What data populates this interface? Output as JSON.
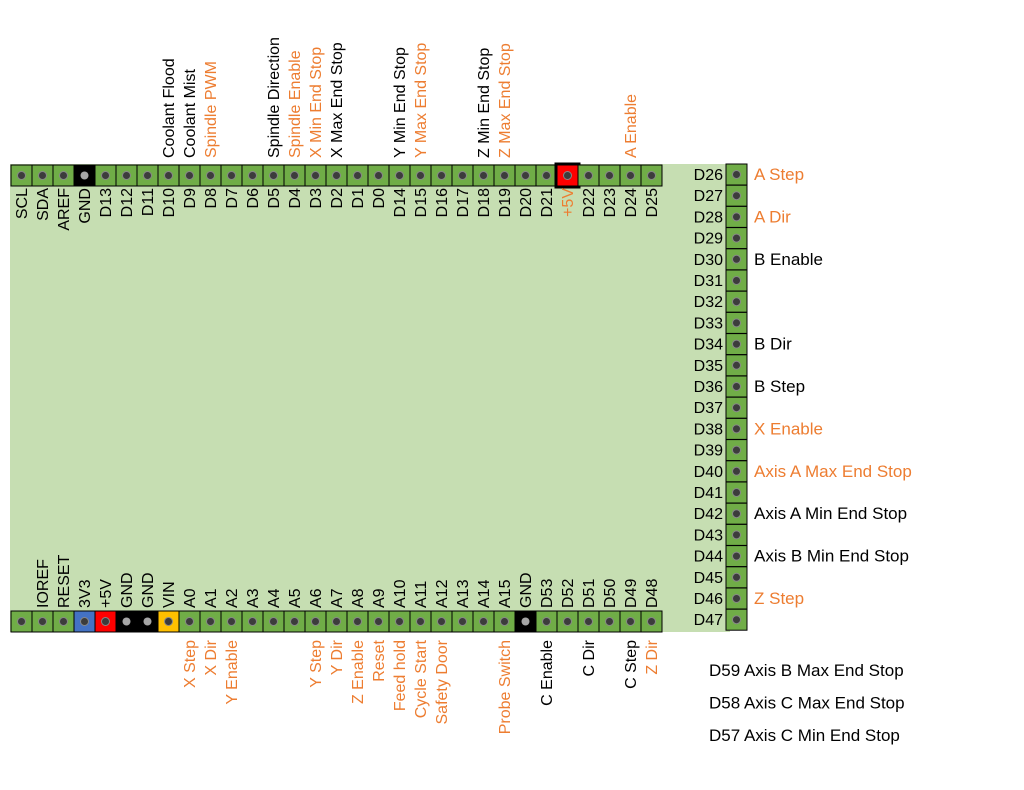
{
  "colors": {
    "board": "#c6deb2",
    "pin_green": "#70ad47",
    "pin_black": "#000000",
    "pin_red": "#ff0000",
    "pin_blue": "#4472c4",
    "pin_yellow": "#ffc000",
    "dot_dark": "#3c3c3c",
    "dot_light": "#a6a6a6",
    "text_black": "#000000",
    "text_orange": "#ed7d31"
  },
  "top_header": {
    "pins": [
      {
        "label": "SCL",
        "color": "green",
        "func": [],
        "hl": false
      },
      {
        "label": "SDA",
        "color": "green",
        "func": [],
        "hl": false
      },
      {
        "label": "AREF",
        "color": "green",
        "func": [],
        "hl": false
      },
      {
        "label": "GND",
        "color": "black",
        "func": [],
        "hl": false
      },
      {
        "label": "D13",
        "color": "green",
        "func": [],
        "hl": false
      },
      {
        "label": "D12",
        "color": "green",
        "func": [],
        "hl": false
      },
      {
        "label": "D11",
        "color": "green",
        "func": [],
        "hl": false
      },
      {
        "label": "D10",
        "color": "green",
        "func": [
          {
            "text": "Coolant Flood",
            "style": "black"
          }
        ],
        "hl": false
      },
      {
        "label": "D9",
        "color": "green",
        "func": [
          {
            "text": "Coolant Mist",
            "style": "black"
          }
        ],
        "hl": false
      },
      {
        "label": "D8",
        "color": "green",
        "func": [
          {
            "text": "Spindle PWM",
            "style": "orange"
          }
        ],
        "hl": false
      },
      {
        "label": "D7",
        "color": "green",
        "func": [],
        "hl": false
      },
      {
        "label": "D6",
        "color": "green",
        "func": [],
        "hl": false
      },
      {
        "label": "D5",
        "color": "green",
        "func": [
          {
            "text": "Spindle Direction",
            "style": "black"
          }
        ],
        "hl": false
      },
      {
        "label": "D4",
        "color": "green",
        "func": [
          {
            "text": "Spindle Enable",
            "style": "orange"
          }
        ],
        "hl": false
      },
      {
        "label": "D3",
        "color": "green",
        "func": [
          {
            "text": "X Min End Stop",
            "style": "orange"
          }
        ],
        "hl": false
      },
      {
        "label": "D2",
        "color": "green",
        "func": [
          {
            "text": "X Max End Stop",
            "style": "black"
          }
        ],
        "hl": false
      },
      {
        "label": "D1",
        "color": "green",
        "func": [],
        "hl": false
      },
      {
        "label": "D0",
        "color": "green",
        "func": [],
        "hl": false
      },
      {
        "label": "D14",
        "color": "green",
        "func": [
          {
            "text": "Y Min End Stop",
            "style": "black"
          }
        ],
        "hl": false
      },
      {
        "label": "D15",
        "color": "green",
        "func": [
          {
            "text": "Y Max End Stop",
            "style": "orange"
          }
        ],
        "hl": false
      },
      {
        "label": "D16",
        "color": "green",
        "func": [],
        "hl": false
      },
      {
        "label": "D17",
        "color": "green",
        "func": [],
        "hl": false
      },
      {
        "label": "D18",
        "color": "green",
        "func": [
          {
            "text": "Z Min End Stop",
            "style": "black"
          }
        ],
        "hl": false
      },
      {
        "label": "D19",
        "color": "green",
        "func": [
          {
            "text": "Z Max End Stop",
            "style": "orange"
          }
        ],
        "hl": false
      },
      {
        "label": "D20",
        "color": "green",
        "func": [],
        "hl": false
      },
      {
        "label": "D21",
        "color": "green",
        "func": [],
        "hl": false
      },
      {
        "label": "+5V",
        "color": "red",
        "func": [],
        "hl": true
      },
      {
        "label": "D22",
        "color": "green",
        "func": [],
        "hl": false
      },
      {
        "label": "D23",
        "color": "green",
        "func": [],
        "hl": false
      },
      {
        "label": "D24",
        "color": "green",
        "func": [
          {
            "text": "A Enable",
            "style": "orange"
          }
        ],
        "hl": false
      },
      {
        "label": "D25",
        "color": "green",
        "func": [],
        "hl": false
      }
    ]
  },
  "bottom_header": {
    "pins": [
      {
        "label": "",
        "color": "green",
        "func": [],
        "hl": false
      },
      {
        "label": "IOREF",
        "color": "green",
        "func": [],
        "hl": false
      },
      {
        "label": "RESET",
        "color": "green",
        "func": [],
        "hl": false
      },
      {
        "label": "3V3",
        "color": "blue",
        "func": [],
        "hl": false
      },
      {
        "label": "+5V",
        "color": "red",
        "func": [],
        "hl": false
      },
      {
        "label": "GND",
        "color": "black",
        "func": [],
        "hl": false
      },
      {
        "label": "GND",
        "color": "black",
        "func": [],
        "hl": false
      },
      {
        "label": "VIN",
        "color": "yellow",
        "func": [],
        "hl": false
      },
      {
        "label": "A0",
        "color": "green",
        "func": [
          {
            "text": "X Step",
            "style": "orange"
          }
        ],
        "hl": false
      },
      {
        "label": "A1",
        "color": "green",
        "func": [
          {
            "text": "X Dir",
            "style": "orange"
          }
        ],
        "hl": false
      },
      {
        "label": "A2",
        "color": "green",
        "func": [
          {
            "text": "Y Enable",
            "style": "orange"
          }
        ],
        "hl": false
      },
      {
        "label": "A3",
        "color": "green",
        "func": [],
        "hl": false
      },
      {
        "label": "A4",
        "color": "green",
        "func": [],
        "hl": false
      },
      {
        "label": "A5",
        "color": "green",
        "func": [],
        "hl": false
      },
      {
        "label": "A6",
        "color": "green",
        "func": [
          {
            "text": "Y Step",
            "style": "orange"
          }
        ],
        "hl": false
      },
      {
        "label": "A7",
        "color": "green",
        "func": [
          {
            "text": "Y Dir",
            "style": "orange"
          }
        ],
        "hl": false
      },
      {
        "label": "A8",
        "color": "green",
        "func": [
          {
            "text": "Z Enable",
            "style": "orange"
          }
        ],
        "hl": false
      },
      {
        "label": "A9",
        "color": "green",
        "func": [
          {
            "text": "Reset",
            "style": "orange"
          }
        ],
        "hl": false
      },
      {
        "label": "A10",
        "color": "green",
        "func": [
          {
            "text": "Feed hold",
            "style": "orange"
          }
        ],
        "hl": false
      },
      {
        "label": "A11",
        "color": "green",
        "func": [
          {
            "text": "Cycle Start",
            "style": "orange"
          }
        ],
        "hl": false
      },
      {
        "label": "A12",
        "color": "green",
        "func": [
          {
            "text": "Safety Door",
            "style": "orange"
          }
        ],
        "hl": false
      },
      {
        "label": "A13",
        "color": "green",
        "func": [],
        "hl": false
      },
      {
        "label": "A14",
        "color": "green",
        "func": [],
        "hl": false
      },
      {
        "label": "A15",
        "color": "green",
        "func": [
          {
            "text": "Probe Switch",
            "style": "orange"
          }
        ],
        "hl": false
      },
      {
        "label": "GND",
        "color": "black",
        "func": [],
        "hl": false
      },
      {
        "label": "D53",
        "color": "green",
        "func": [
          {
            "text": "C Enable",
            "style": "black"
          }
        ],
        "hl": false
      },
      {
        "label": "D52",
        "color": "green",
        "func": [],
        "hl": false
      },
      {
        "label": "D51",
        "color": "green",
        "func": [
          {
            "text": "C Dir",
            "style": "black"
          }
        ],
        "hl": false
      },
      {
        "label": "D50",
        "color": "green",
        "func": [],
        "hl": false
      },
      {
        "label": "D49",
        "color": "green",
        "func": [
          {
            "text": "C Step",
            "style": "black"
          }
        ],
        "hl": false
      },
      {
        "label": "D48",
        "color": "green",
        "func": [
          {
            "text": "Z Dir",
            "style": "orange"
          }
        ],
        "hl": false
      }
    ]
  },
  "right_header": {
    "pins": [
      {
        "label": "D26",
        "func": "A Step",
        "style": "orange"
      },
      {
        "label": "D27",
        "func": "",
        "style": "black"
      },
      {
        "label": "D28",
        "func": "A Dir",
        "style": "orange"
      },
      {
        "label": "D29",
        "func": "",
        "style": "black"
      },
      {
        "label": "D30",
        "func": "B Enable",
        "style": "black"
      },
      {
        "label": "D31",
        "func": "",
        "style": "black"
      },
      {
        "label": "D32",
        "func": "",
        "style": "black"
      },
      {
        "label": "D33",
        "func": "",
        "style": "black"
      },
      {
        "label": "D34",
        "func": "B Dir",
        "style": "black"
      },
      {
        "label": "D35",
        "func": "",
        "style": "black"
      },
      {
        "label": "D36",
        "func": "B Step",
        "style": "black"
      },
      {
        "label": "D37",
        "func": "",
        "style": "black"
      },
      {
        "label": "D38",
        "func": "X Enable",
        "style": "orange"
      },
      {
        "label": "D39",
        "func": "",
        "style": "black"
      },
      {
        "label": "D40",
        "func": "Axis A Max End Stop",
        "style": "orange"
      },
      {
        "label": "D41",
        "func": "",
        "style": "black"
      },
      {
        "label": "D42",
        "func": "Axis A Min End Stop",
        "style": "black"
      },
      {
        "label": "D43",
        "func": "",
        "style": "black"
      },
      {
        "label": "D44",
        "func": "Axis B Min End Stop",
        "style": "black"
      },
      {
        "label": "D45",
        "func": "",
        "style": "black"
      },
      {
        "label": "D46",
        "func": "Z Step",
        "style": "orange"
      },
      {
        "label": "D47",
        "func": "",
        "style": "black"
      }
    ]
  },
  "extra_notes": [
    "D59 Axis B Max End Stop",
    "D58 Axis C Max End Stop",
    "D57 Axis C Min End Stop"
  ]
}
